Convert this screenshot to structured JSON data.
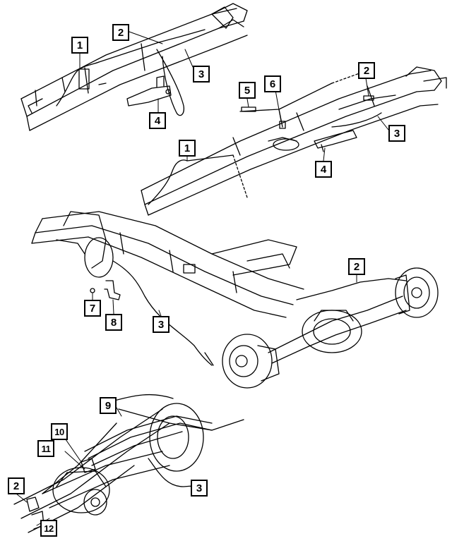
{
  "diagram": {
    "callouts": [
      {
        "id": "c1a",
        "label": "1"
      },
      {
        "id": "c2a",
        "label": "2"
      },
      {
        "id": "c3a",
        "label": "3"
      },
      {
        "id": "c4a",
        "label": "4"
      },
      {
        "id": "c5",
        "label": "5"
      },
      {
        "id": "c6",
        "label": "6"
      },
      {
        "id": "c2b",
        "label": "2"
      },
      {
        "id": "c3b",
        "label": "3"
      },
      {
        "id": "c1b",
        "label": "1"
      },
      {
        "id": "c4b",
        "label": "4"
      },
      {
        "id": "c2c",
        "label": "2"
      },
      {
        "id": "c7",
        "label": "7"
      },
      {
        "id": "c8",
        "label": "8"
      },
      {
        "id": "c3c",
        "label": "3"
      },
      {
        "id": "c9",
        "label": "9"
      },
      {
        "id": "c10",
        "label": "10"
      },
      {
        "id": "c11",
        "label": "11"
      },
      {
        "id": "c2d",
        "label": "2"
      },
      {
        "id": "c3d",
        "label": "3"
      },
      {
        "id": "c12",
        "label": "12"
      }
    ]
  }
}
